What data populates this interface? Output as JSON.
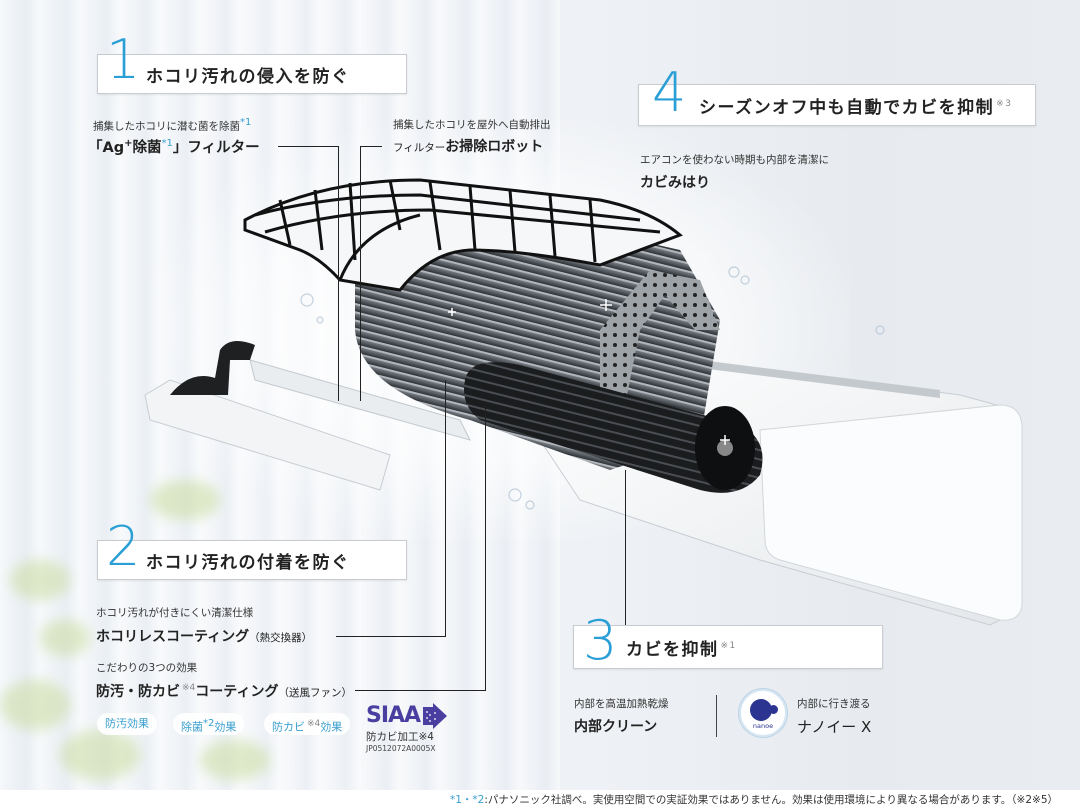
{
  "section1": {
    "number": "1",
    "title": "ホコリ汚れの侵入を防ぐ",
    "item_a": {
      "caption": "捕集したホコリに潜む菌を除菌",
      "caption_note": "*1",
      "name_prefix": "「Ag",
      "name_plus": "+",
      "name_mid": "除菌",
      "name_note": "*1",
      "name_suffix": "」フィルター"
    },
    "item_b": {
      "caption": "捕集したホコリを屋外へ自動排出",
      "name_prefix": "フィルター",
      "name_main": "お掃除ロボット"
    }
  },
  "section2": {
    "number": "2",
    "title": "ホコリ汚れの付着を防ぐ",
    "item_a": {
      "caption": "ホコリ汚れが付きにくい清潔仕様",
      "name": "ホコリレスコーティング",
      "paren": "（熱交換器）"
    },
    "item_b": {
      "caption": "こだわりの3つの効果",
      "name_prefix": "防汚・防カビ",
      "name_note": "※4",
      "name_suffix": "コーティング",
      "paren": "（送風ファン）"
    },
    "chips": [
      {
        "label": "防汚効果",
        "note": ""
      },
      {
        "label_pre": "除菌",
        "note": "*2",
        "label_post": "効果"
      },
      {
        "label_pre": "防カビ",
        "note": "※4",
        "label_post": "効果"
      }
    ],
    "siaa": {
      "logo_text": "SIAA",
      "label": "防カビ加工",
      "label_note": "※4",
      "code": "JP0512072A0005X"
    }
  },
  "section3": {
    "number": "3",
    "title": "カビを抑制",
    "title_note": "※1",
    "item_a": {
      "caption": "内部を高温加熱乾燥",
      "name": "内部クリーン"
    },
    "item_b": {
      "caption": "内部に行き渡る",
      "name": "ナノイー X",
      "logo_text": "nanoe"
    }
  },
  "section4": {
    "number": "4",
    "title": "シーズンオフ中も自動でカビを抑制",
    "title_note": "※3",
    "caption": "エアコンを使わない時期も内部を清潔に",
    "name": "カビみはり"
  },
  "footnote": {
    "marks": "*1・*2",
    "text": ":パナソニック社調べ。実使用空間での実証効果ではありません。効果は使用環境により異なる場合があります。（※2※5）"
  },
  "colors": {
    "accent_blue": "#2a9fd6",
    "siaa_purple": "#4a3fa0",
    "nanoe_navy": "#2b3490"
  }
}
